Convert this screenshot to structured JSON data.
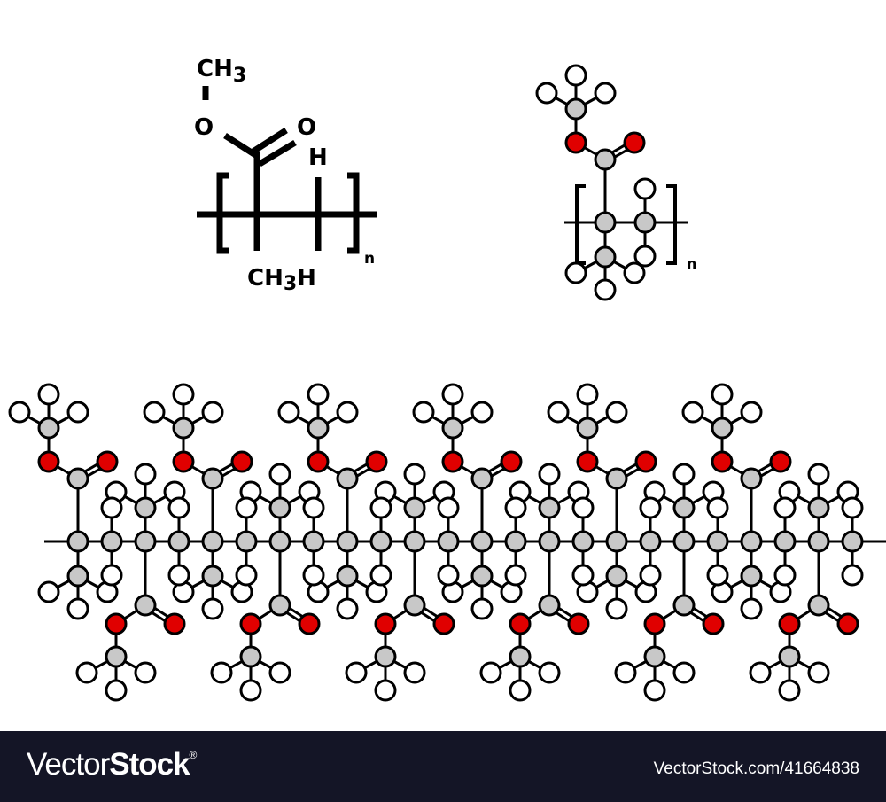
{
  "skeletal_formula": {
    "labels": {
      "methyl_top": "CH",
      "methyl_top_sub": "3",
      "ester_oxygen": "O",
      "carbonyl_oxygen": "O",
      "hydrogen_top": "H",
      "methyl_bottom": "CH",
      "methyl_bottom_sub": "3",
      "hydrogen_bottom": "H",
      "repeat_subscript": "n"
    }
  },
  "ball_and_stick_monomer": {
    "repeat_subscript": "n"
  },
  "polymer_chain": {
    "repeat_units_up": 6,
    "repeat_units_down": 6
  },
  "colors": {
    "carbon": "#c8c8c8",
    "oxygen": "#e00000",
    "hydrogen": "#ffffff",
    "bond": "#000000",
    "footer_bg": "#141526"
  },
  "footer": {
    "brand_light": "Vector",
    "brand_bold": "Stock",
    "brand_mark": "®",
    "stock_id": "VectorStock.com/41664838"
  }
}
